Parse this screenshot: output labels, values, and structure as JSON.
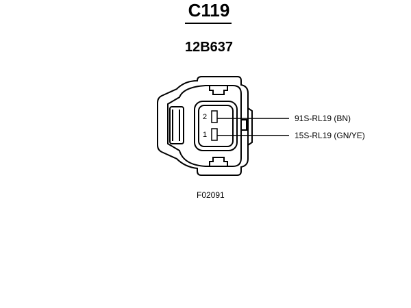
{
  "connector": {
    "id": "C119",
    "part_number": "12B637",
    "figure_id": "F02091"
  },
  "pins": [
    {
      "number": "2",
      "circuit": "91S-RL19 (BN)"
    },
    {
      "number": "1",
      "circuit": "15S-RL19 (GN/YE)"
    }
  ]
}
